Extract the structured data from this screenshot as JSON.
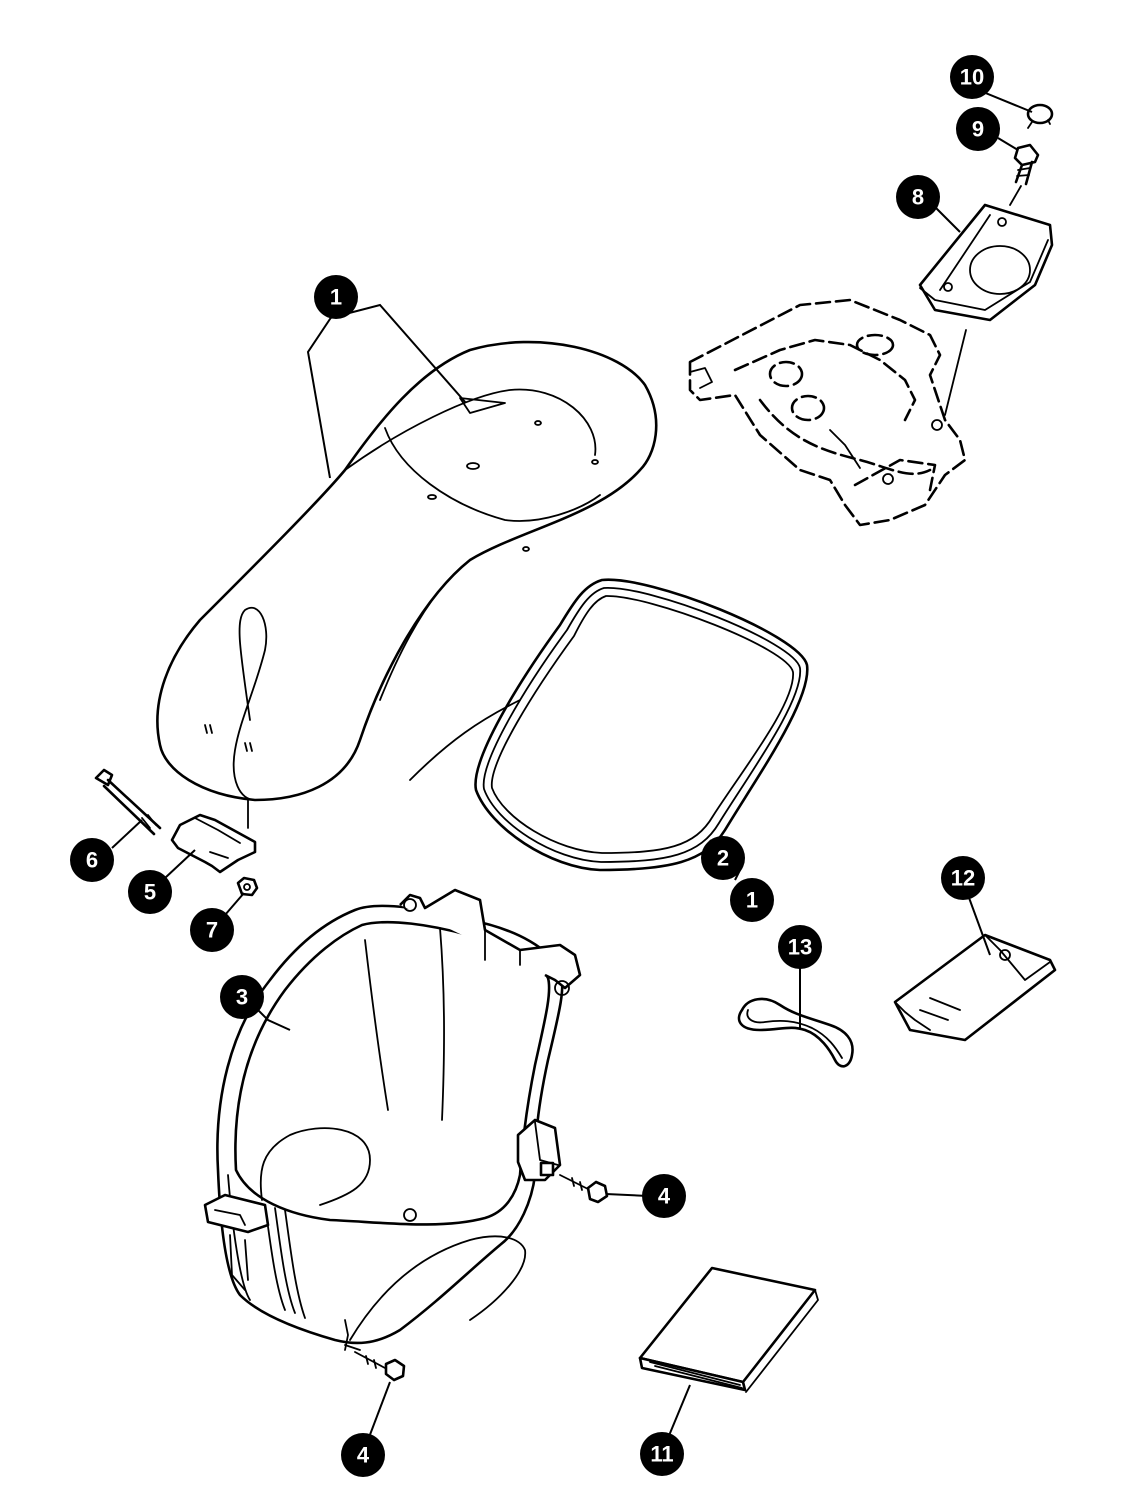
{
  "callouts": [
    {
      "id": "c1a",
      "label": "1"
    },
    {
      "id": "c1b",
      "label": "1"
    },
    {
      "id": "c2",
      "label": "2"
    },
    {
      "id": "c3",
      "label": "3"
    },
    {
      "id": "c4a",
      "label": "4"
    },
    {
      "id": "c4b",
      "label": "4"
    },
    {
      "id": "c5",
      "label": "5"
    },
    {
      "id": "c6",
      "label": "6"
    },
    {
      "id": "c7",
      "label": "7"
    },
    {
      "id": "c8",
      "label": "8"
    },
    {
      "id": "c9",
      "label": "9"
    },
    {
      "id": "c10",
      "label": "10"
    },
    {
      "id": "c11",
      "label": "11"
    },
    {
      "id": "c12",
      "label": "12"
    },
    {
      "id": "c13",
      "label": "13"
    }
  ],
  "colors": {
    "line": "#000000",
    "background": "#ffffff",
    "badge": "#000000",
    "badge_text": "#ffffff"
  }
}
